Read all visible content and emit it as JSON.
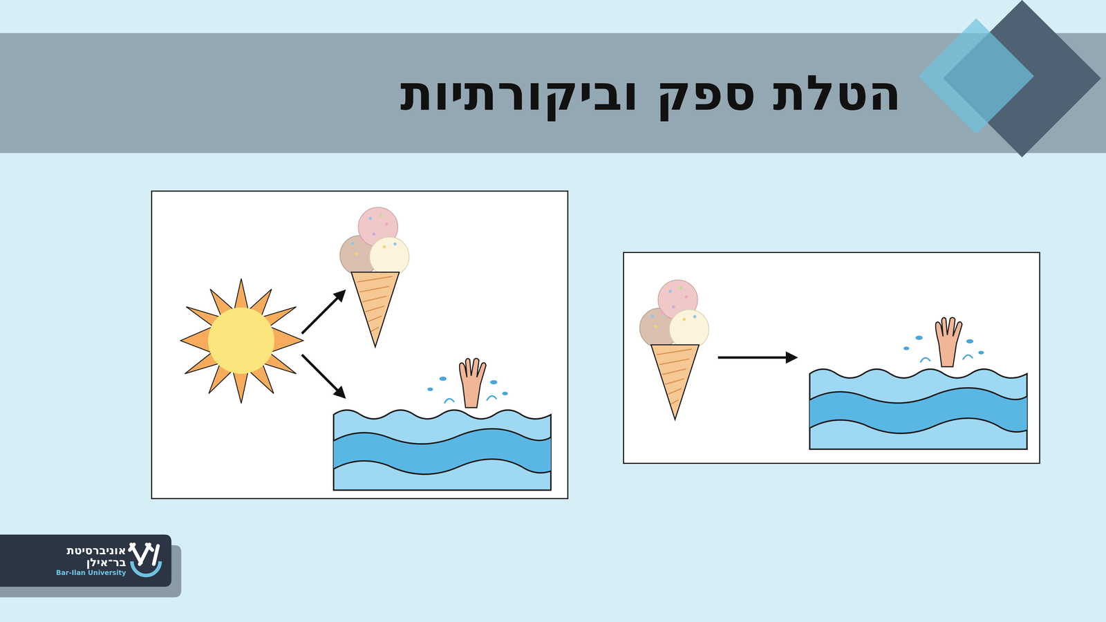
{
  "diagram": {
    "title": "הטלת ספק וביקורתיות",
    "nodes": [
      {
        "text": [
          "אוניברסיטת בר־אילן",
          "Bar-Ilan University"
        ]
      }
    ]
  }
}
